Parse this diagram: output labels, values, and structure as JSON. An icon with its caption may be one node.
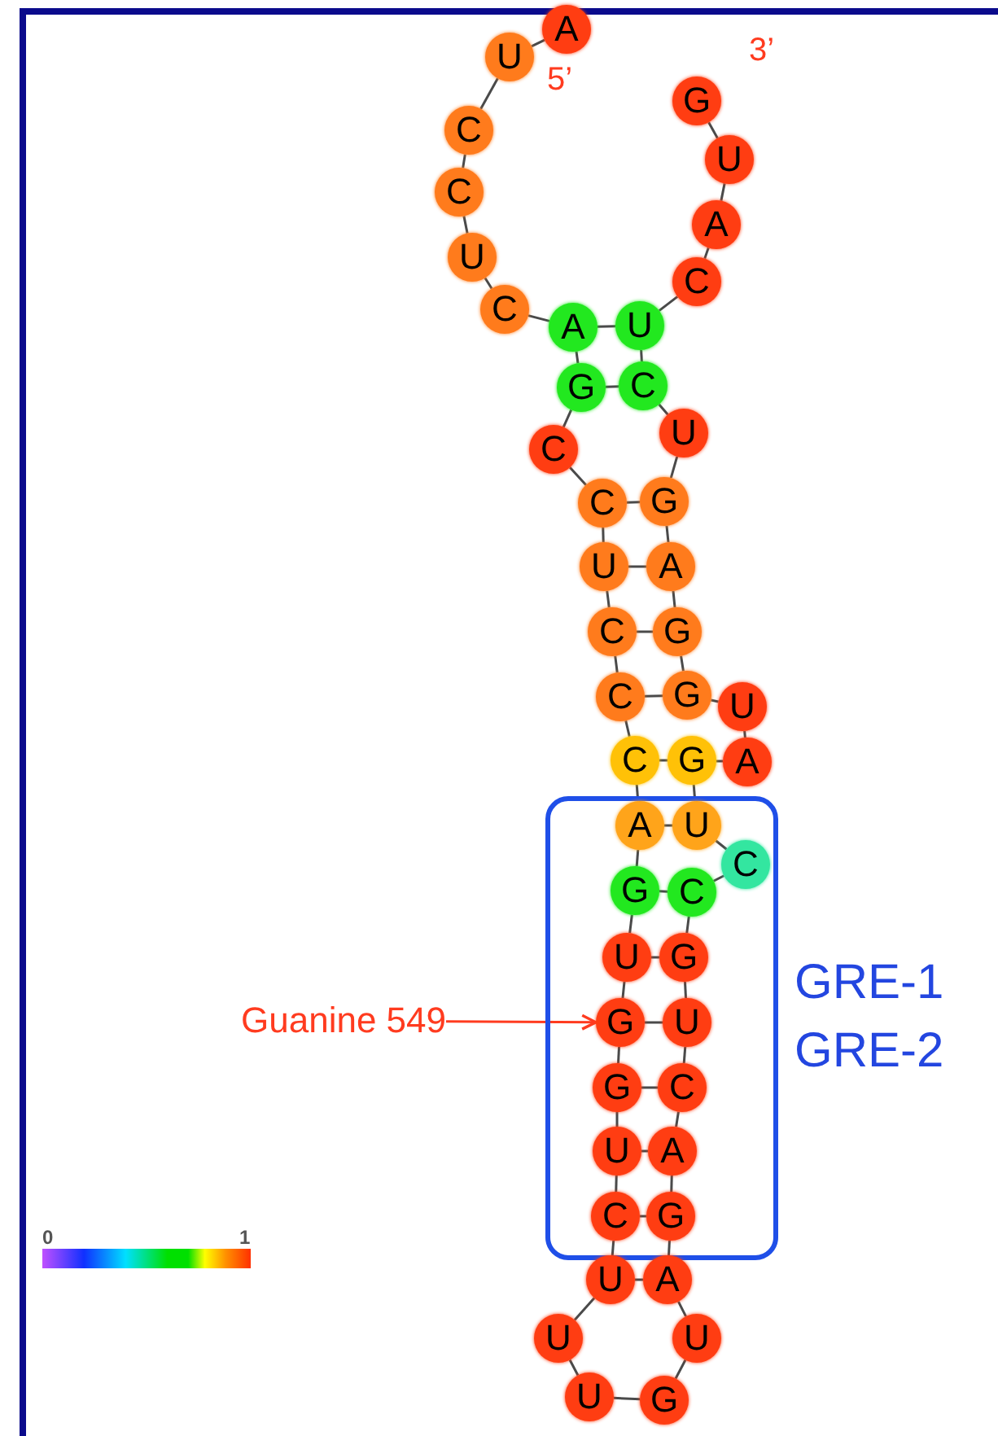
{
  "diagram": {
    "nodes": [
      {
        "text": [],
        "shape": "box",
        "beside": [
          "GRE-1",
          "GRE-2"
        ]
      },
      {
        "text": [
          "A"
        ]
      },
      {
        "text": [
          "U"
        ]
      },
      {
        "text": [
          "C"
        ]
      },
      {
        "text": [
          "C"
        ]
      },
      {
        "text": [
          "U"
        ]
      },
      {
        "text": [
          "C"
        ]
      },
      {
        "text": [
          "A"
        ]
      },
      {
        "text": [
          "G"
        ]
      },
      {
        "text": [
          "C"
        ]
      },
      {
        "text": [
          "C"
        ]
      },
      {
        "text": [
          "U"
        ]
      },
      {
        "text": [
          "C"
        ]
      },
      {
        "text": [
          "C"
        ]
      },
      {
        "text": [
          "C"
        ]
      },
      {
        "text": [
          "A"
        ],
        "in": 0
      },
      {
        "text": [
          "G"
        ],
        "in": 0
      },
      {
        "text": [
          "U"
        ],
        "in": 0
      },
      {
        "text": [
          "G"
        ],
        "in": 0
      },
      {
        "text": [
          "G"
        ],
        "in": 0
      },
      {
        "text": [
          "U"
        ],
        "in": 0
      },
      {
        "text": [
          "C"
        ],
        "in": 0
      },
      {
        "text": [
          "U"
        ]
      },
      {
        "text": [
          "U"
        ]
      },
      {
        "text": [
          "U"
        ]
      },
      {
        "text": [
          "G"
        ]
      },
      {
        "text": [
          "U"
        ]
      },
      {
        "text": [
          "A"
        ]
      },
      {
        "text": [
          "G"
        ],
        "in": 0
      },
      {
        "text": [
          "A"
        ],
        "in": 0
      },
      {
        "text": [
          "C"
        ],
        "in": 0
      },
      {
        "text": [
          "U"
        ],
        "in": 0
      },
      {
        "text": [
          "G"
        ],
        "in": 0
      },
      {
        "text": [
          "C"
        ],
        "in": 0
      },
      {
        "text": [
          "C"
        ],
        "in": 0
      },
      {
        "text": [
          "U"
        ],
        "in": 0
      },
      {
        "text": [
          "G"
        ]
      },
      {
        "text": [
          "A"
        ]
      },
      {
        "text": [
          "U"
        ]
      },
      {
        "text": [
          "G"
        ]
      },
      {
        "text": [
          "G"
        ]
      },
      {
        "text": [
          "A"
        ]
      },
      {
        "text": [
          "G"
        ]
      },
      {
        "text": [
          "U"
        ]
      },
      {
        "text": [
          "C"
        ]
      },
      {
        "text": [
          "U"
        ]
      },
      {
        "text": [
          "C"
        ]
      },
      {
        "text": [
          "A"
        ]
      },
      {
        "text": [
          "U"
        ]
      },
      {
        "text": [
          "G"
        ]
      },
      {
        "text": [
          "Guanine 549"
        ]
      }
    ],
    "edges": [
      {
        "from": 1,
        "to": 2,
        "arrow": "none"
      },
      {
        "from": 2,
        "to": 3,
        "arrow": "none"
      },
      {
        "from": 3,
        "to": 4,
        "arrow": "none"
      },
      {
        "from": 4,
        "to": 5,
        "arrow": "none"
      },
      {
        "from": 5,
        "to": 6,
        "arrow": "none"
      },
      {
        "from": 6,
        "to": 7,
        "arrow": "none"
      },
      {
        "from": 7,
        "to": 8,
        "arrow": "none"
      },
      {
        "from": 8,
        "to": 9,
        "arrow": "none"
      },
      {
        "from": 9,
        "to": 10,
        "arrow": "none"
      },
      {
        "from": 10,
        "to": 11,
        "arrow": "none"
      },
      {
        "from": 11,
        "to": 12,
        "arrow": "none"
      },
      {
        "from": 12,
        "to": 13,
        "arrow": "none"
      },
      {
        "from": 13,
        "to": 14,
        "arrow": "none"
      },
      {
        "from": 14,
        "to": 15,
        "arrow": "none"
      },
      {
        "from": 15,
        "to": 16,
        "arrow": "none"
      },
      {
        "from": 16,
        "to": 17,
        "arrow": "none"
      },
      {
        "from": 17,
        "to": 18,
        "arrow": "none"
      },
      {
        "from": 18,
        "to": 19,
        "arrow": "none"
      },
      {
        "from": 19,
        "to": 20,
        "arrow": "none"
      },
      {
        "from": 20,
        "to": 21,
        "arrow": "none"
      },
      {
        "from": 21,
        "to": 22,
        "arrow": "none"
      },
      {
        "from": 22,
        "to": 23,
        "arrow": "none"
      },
      {
        "from": 23,
        "to": 24,
        "arrow": "none"
      },
      {
        "from": 24,
        "to": 25,
        "arrow": "none"
      },
      {
        "from": 25,
        "to": 26,
        "arrow": "none"
      },
      {
        "from": 26,
        "to": 27,
        "arrow": "none"
      },
      {
        "from": 27,
        "to": 28,
        "arrow": "none"
      },
      {
        "from": 28,
        "to": 29,
        "arrow": "none"
      },
      {
        "from": 29,
        "to": 30,
        "arrow": "none"
      },
      {
        "from": 30,
        "to": 31,
        "arrow": "none"
      },
      {
        "from": 31,
        "to": 32,
        "arrow": "none"
      },
      {
        "from": 32,
        "to": 33,
        "arrow": "none"
      },
      {
        "from": 33,
        "to": 34,
        "arrow": "none"
      },
      {
        "from": 34,
        "to": 35,
        "arrow": "none"
      },
      {
        "from": 35,
        "to": 36,
        "arrow": "none"
      },
      {
        "from": 36,
        "to": 37,
        "arrow": "none"
      },
      {
        "from": 37,
        "to": 38,
        "arrow": "none"
      },
      {
        "from": 38,
        "to": 39,
        "arrow": "none"
      },
      {
        "from": 39,
        "to": 40,
        "arrow": "none"
      },
      {
        "from": 40,
        "to": 41,
        "arrow": "none"
      },
      {
        "from": 41,
        "to": 42,
        "arrow": "none"
      },
      {
        "from": 42,
        "to": 43,
        "arrow": "none"
      },
      {
        "from": 43,
        "to": 44,
        "arrow": "none"
      },
      {
        "from": 44,
        "to": 45,
        "arrow": "none"
      },
      {
        "from": 45,
        "to": 46,
        "arrow": "none"
      },
      {
        "from": 46,
        "to": 47,
        "arrow": "none"
      },
      {
        "from": 47,
        "to": 48,
        "arrow": "none"
      },
      {
        "from": 48,
        "to": 49,
        "arrow": "none"
      },
      {
        "from": 7,
        "to": 45,
        "arrow": "none"
      },
      {
        "from": 8,
        "to": 44,
        "arrow": "none"
      },
      {
        "from": 10,
        "to": 42,
        "arrow": "none"
      },
      {
        "from": 11,
        "to": 41,
        "arrow": "none"
      },
      {
        "from": 12,
        "to": 40,
        "arrow": "none"
      },
      {
        "from": 13,
        "to": 39,
        "arrow": "none"
      },
      {
        "from": 14,
        "to": 36,
        "arrow": "none"
      },
      {
        "from": 15,
        "to": 35,
        "arrow": "none"
      },
      {
        "from": 16,
        "to": 33,
        "arrow": "none"
      },
      {
        "from": 17,
        "to": 32,
        "arrow": "none"
      },
      {
        "from": 18,
        "to": 31,
        "arrow": "none"
      },
      {
        "from": 19,
        "to": 30,
        "arrow": "none"
      },
      {
        "from": 20,
        "to": 29,
        "arrow": "none"
      },
      {
        "from": 21,
        "to": 28,
        "arrow": "none"
      },
      {
        "from": 22,
        "to": 27,
        "arrow": "none"
      },
      {
        "from": 50,
        "to": 18,
        "arrow": "to",
        "color": "#ff3b1f"
      }
    ],
    "labels": [
      "5’",
      "3’",
      "0",
      "1"
    ]
  }
}
